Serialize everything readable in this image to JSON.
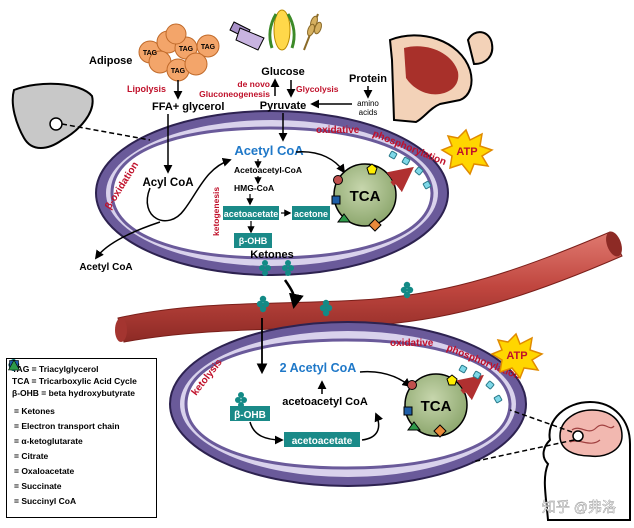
{
  "labels": {
    "adipose": "Adipose",
    "tag": "TAG",
    "lipolysis": "Lipolysis",
    "ffa_glycerol": "FFA+ glycerol",
    "glucose": "Glucose",
    "de_novo": "de novo",
    "gluconeogenesis": "Gluconeogenesis",
    "glycolysis": "Glycolysis",
    "pyruvate": "Pyruvate",
    "protein": "Protein",
    "amino": "amino",
    "acids": "acids",
    "acetyl_coa_blue": "Acetyl CoA",
    "acyl_coa": "Acyl CoA",
    "acetoacetyl_coa": "Acetoacetyl-CoA",
    "hmg_coa": "HMG-CoA",
    "ketogenesis": "ketogenesis",
    "acetoacetate": "acetoacetate",
    "acetone": "acetone",
    "bohb": "β-OHB",
    "ketones": "Ketones",
    "beta_oxidation": "β-oxidation",
    "acetyl_coa_out": "Acetyl CoA",
    "tca": "TCA",
    "oxidative": "oxidative",
    "phosphorylation": "phosphorylation",
    "atp": "ATP",
    "ketolysis": "ketolysis",
    "two_acetyl_coa": "2 Acetyl CoA",
    "acetoacetyl_coa_lower": "acetoacetyl CoA"
  },
  "legend": {
    "abbreviations": [
      "TAG = Triacylglycerol",
      "TCA = Tricarboxylic Acid Cycle",
      "β-OHB = beta hydroxybutyrate"
    ],
    "symbols": [
      {
        "icon": "ketone-cluster-icon",
        "label": "= Ketones",
        "color": "#138a86"
      },
      {
        "icon": "etc-icon",
        "label": "= Electron transport chain",
        "color": "#7fd8e8"
      },
      {
        "icon": "diamond-icon",
        "label": "= α-ketoglutarate",
        "color": "#e8893a"
      },
      {
        "icon": "pentagon-icon",
        "label": "= Citrate",
        "color": "#ffee00"
      },
      {
        "icon": "circle-icon",
        "label": "= Oxaloacetate",
        "color": "#c0504d"
      },
      {
        "icon": "square-icon",
        "label": "= Succinate",
        "color": "#1f5fa8"
      },
      {
        "icon": "triangle-icon",
        "label": "= Succinyl CoA",
        "color": "#2e9a4a"
      }
    ]
  },
  "watermark": "知乎 @弗洛",
  "colors": {
    "membrane": "#6a5a9a",
    "membrane_inner": "#d9d2ec",
    "matrix": "#ffffff",
    "tca_fill": "#a7b98c",
    "teal": "#1a8a88",
    "blue_text": "#1f78c8",
    "red_text": "#c0102a",
    "vessel": "#c0463f",
    "adipose": "#f3a56a",
    "atp": "#ffd600"
  }
}
